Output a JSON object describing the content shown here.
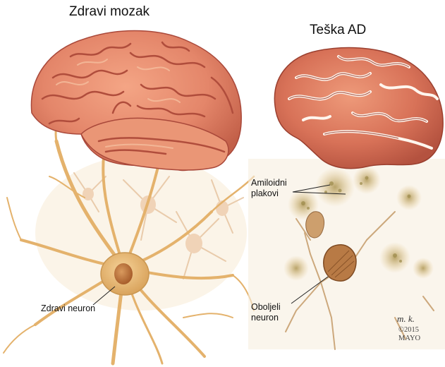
{
  "left_panel": {
    "title": "Zdravi mozak",
    "neuron_label": "Zdravi neuron"
  },
  "right_panel": {
    "title": "Teška AD",
    "plaques_label_line1": "Amiloidni",
    "plaques_label_line2": "plakovi",
    "sick_neuron_label_line1": "Oboljeli",
    "sick_neuron_label_line2": "neuron"
  },
  "credit": {
    "signature": "m. k.",
    "year": "©2015",
    "org": "MAYO"
  },
  "colors": {
    "brain_fill": "#e4866a",
    "brain_gyri": "#f2b08f",
    "brain_sulci": "#a9483a",
    "atrophy_gaps": "#fff6ee",
    "neuron": "#e9bd77",
    "neuron_nucleus": "#c97a3c",
    "plaque": "#d7b06a",
    "sick_neuron": "#a0602f"
  }
}
